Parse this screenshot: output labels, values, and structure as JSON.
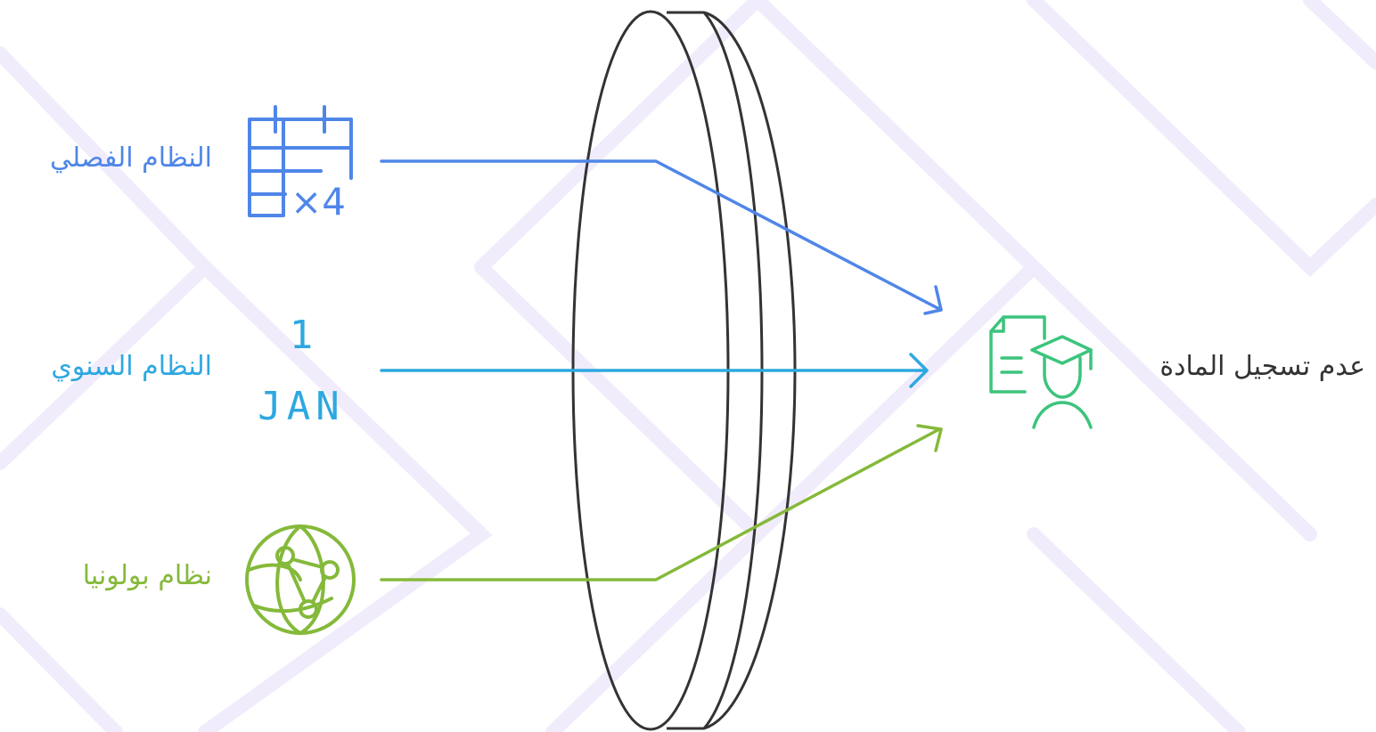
{
  "sources": [
    {
      "label": "النظام الفصلي",
      "icon": "calendar-x4-icon",
      "icon_text": "×4",
      "color": "#4f86e8"
    },
    {
      "label": "النظام السنوي",
      "icon": "calendar-jan-icon",
      "icon_day": "1",
      "icon_month": "JAN",
      "color": "#2ea8e0"
    },
    {
      "label": "نظام بولونيا",
      "icon": "globe-network-icon",
      "color": "#85b93a"
    }
  ],
  "target": {
    "label": "عدم تسجيل المادة",
    "icon": "student-document-icon",
    "color": "#3cc47c"
  },
  "lens": {
    "color": "#333333"
  },
  "background_accent": "#f1ecfb"
}
